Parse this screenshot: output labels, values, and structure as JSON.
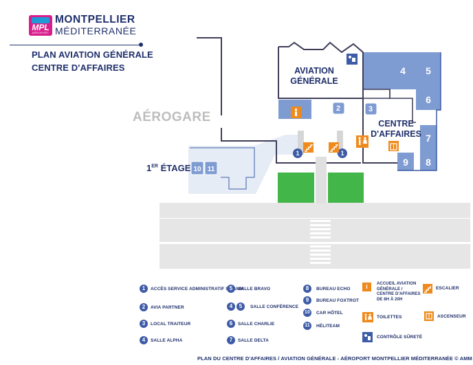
{
  "brand": {
    "logo_text": "MPL",
    "logo_subtext": "AÉROPORT",
    "name_line1": "MONTPELLIER",
    "name_line2": "MÉDITERRANÉE"
  },
  "title": {
    "line1": "PLAN AVIATION GÉNÉRALE",
    "line2": "CENTRE D'AFFAIRES"
  },
  "map": {
    "aerogare_label": "AÉROGARE",
    "floor_label": "1",
    "floor_label_sup": "ER",
    "floor_label_rest": " ÉTAGE",
    "zone_aviation": [
      "AVIATION",
      "GÉNÉRALE"
    ],
    "zone_centre": [
      "CENTRE",
      "D'AFFAIRES"
    ],
    "room_numbers": [
      "1",
      "2",
      "3",
      "4",
      "5",
      "6",
      "7",
      "8",
      "9",
      "10",
      "11"
    ],
    "colors": {
      "room_blue": "#7e9bd2",
      "room_dark": "#3d5ba6",
      "green": "#43b649",
      "orange": "#ef8a1c",
      "runway_grey": "#e6e6e6",
      "floor_shade": "#e6ecf6"
    }
  },
  "legend": {
    "numbered": [
      {
        "num": "1",
        "label": "ACCÈS SERVICE ADMINISTRATIF SA AMM"
      },
      {
        "num": "2",
        "label": "AVIA PARTNER"
      },
      {
        "num": "3",
        "label": "LOCAL TRAITEUR"
      },
      {
        "num": "4",
        "label": "SALLE ALPHA"
      },
      {
        "num": "5",
        "label": "SALLE BRAVO"
      },
      {
        "num": "4 5",
        "label": "SALLE CONFÉRENCE"
      },
      {
        "num": "6",
        "label": "SALLE CHARLIE"
      },
      {
        "num": "7",
        "label": "SALLE DELTA"
      },
      {
        "num": "8",
        "label": "BUREAU ECHO"
      },
      {
        "num": "9",
        "label": "BUREAU FOXTROT"
      },
      {
        "num": "10",
        "label": "CAR HÔTEL"
      },
      {
        "num": "11",
        "label": "HÉLITEAM"
      }
    ],
    "icons": [
      {
        "icon": "info-icon",
        "label_lines": [
          "ACCUEIL AVIATION",
          "GÉNÉRALE /",
          "CENTRE D'AFFAIRES",
          "DE 8H À 20H"
        ]
      },
      {
        "icon": "toilets-icon",
        "label_lines": [
          "TOILETTES"
        ]
      },
      {
        "icon": "security-icon",
        "label_lines": [
          "CONTRÔLE SÛRETÉ"
        ]
      },
      {
        "icon": "stairs-icon",
        "label_lines": [
          "ESCALIER"
        ]
      },
      {
        "icon": "elevator-icon",
        "label_lines": [
          "ASCENSEUR"
        ]
      }
    ]
  },
  "footer": "PLAN DU CENTRE D'AFFAIRES / AVIATION GÉNÉRALE - AÉROPORT MONTPELLIER MÉDITERRANÉE © AMM"
}
